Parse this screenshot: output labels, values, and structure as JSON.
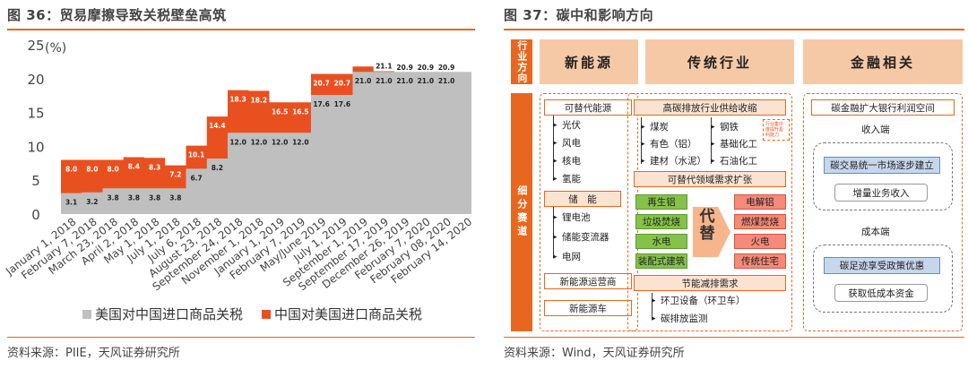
{
  "left": {
    "title": "图 36：贸易摩擦导致关税壁垒高筑",
    "source": "资料来源：PIIE，天风证券研究所"
  },
  "right": {
    "title": "图 37：碳中和影响方向",
    "source": "资料来源：Wind，天风证券研究所"
  },
  "colors": {
    "accent": "#e8671f",
    "series_us": "#bfbfbf",
    "series_cn": "#e8501f",
    "light_orange": "#f6c9a6"
  },
  "chart_data": {
    "type": "area",
    "ylabel": "(%)",
    "ylim": [
      0,
      25
    ],
    "yticks": [
      "0",
      "5",
      "10",
      "15",
      "20",
      "25"
    ],
    "categories": [
      "January 1, 2018",
      "February 7, 2018",
      "March 23, 2018",
      "April 2, 2018",
      "May 1, 2018",
      "July 1, 2018",
      "July 6, 2018",
      "August 23, 2018",
      "September 24, 2018",
      "November 1, 2018",
      "January 1, 2019",
      "February 7, 2019",
      "May/June 2019",
      "July 1, 2019",
      "September 1, 2019",
      "September 17, 2019",
      "December 26, 2019",
      "February 7, 2020",
      "February 08, 2020",
      "February 14, 2020"
    ],
    "series": [
      {
        "name": "美国对中国进口商品关税",
        "values": [
          3.1,
          3.2,
          3.8,
          3.8,
          3.8,
          3.8,
          6.7,
          8.2,
          12.0,
          12.0,
          12.0,
          12.0,
          17.6,
          17.6,
          21.0,
          21.0,
          21.0,
          21.0,
          21.0,
          21.0
        ],
        "labels": [
          "3.1",
          "3.2",
          "3.8",
          "3.8",
          "3.8",
          "3.8",
          "6.7",
          "8.2",
          "12.0",
          "12.0",
          "12.0",
          "12.0",
          "17.6",
          "17.6",
          "21.0",
          "21.0",
          "21.0",
          "21.0",
          "21.0",
          ""
        ]
      },
      {
        "name": "中国对美国进口商品关税",
        "values": [
          8.0,
          8.0,
          8.0,
          8.4,
          8.3,
          7.2,
          10.1,
          14.4,
          18.3,
          18.2,
          16.5,
          16.5,
          20.7,
          20.7,
          21.8,
          21.1,
          20.9,
          20.9,
          20.9,
          20.9
        ],
        "labels": [
          "8.0",
          "8.0",
          "8.0",
          "8.4",
          "8.3",
          "7.2",
          "10.1",
          "14.4",
          "18.3",
          "18.2",
          "16.5",
          "16.5",
          "20.7",
          "20.7",
          "",
          "21.1",
          "20.9",
          "20.9",
          "20.9",
          ""
        ]
      }
    ],
    "legend_position": "bottom"
  },
  "diagram": {
    "row_labels": {
      "top": "行业方向",
      "bottom": "细分赛道"
    },
    "columns": [
      {
        "header": "新能源"
      },
      {
        "header": "传统行业"
      },
      {
        "header": "金融相关"
      }
    ],
    "col1": {
      "alt_title": "可替代能源",
      "alt_items": [
        "光伏",
        "风电",
        "核电",
        "氢能"
      ],
      "storage_title": "储　能",
      "storage_items": [
        "锂电池",
        "储能变流器",
        "电网"
      ],
      "op_title": "新能源运营商",
      "car_title": "新能源车"
    },
    "col2": {
      "shrink_title": "高碳排放行业供给收缩",
      "left_items": [
        "煤炭",
        "有色（铝）",
        "建材（水泥）"
      ],
      "right_items": [
        "钢铁",
        "基础化工",
        "石油化工"
      ],
      "note": "行业集中度提升盈利能力",
      "expand_title": "可替代领域需求扩张",
      "green_items": [
        "再生铝",
        "垃圾焚烧",
        "水电",
        "装配式建筑"
      ],
      "red_items": [
        "电解铝",
        "燃煤焚烧",
        "火电",
        "传统住宅"
      ],
      "replace_char": "代替",
      "save_title": "节能减排需求",
      "save_items": [
        "环卫设备（环卫车）",
        "碳排放监测"
      ]
    },
    "col3": {
      "top_title": "碳金融扩大银行利润空间",
      "income_title": "收入端",
      "income_items": [
        "碳交易统一市场逐步建立",
        "增量业务收入"
      ],
      "cost_title": "成本端",
      "cost_items": [
        "碳足迹享受政策优惠",
        "获取低成本资金"
      ]
    }
  }
}
